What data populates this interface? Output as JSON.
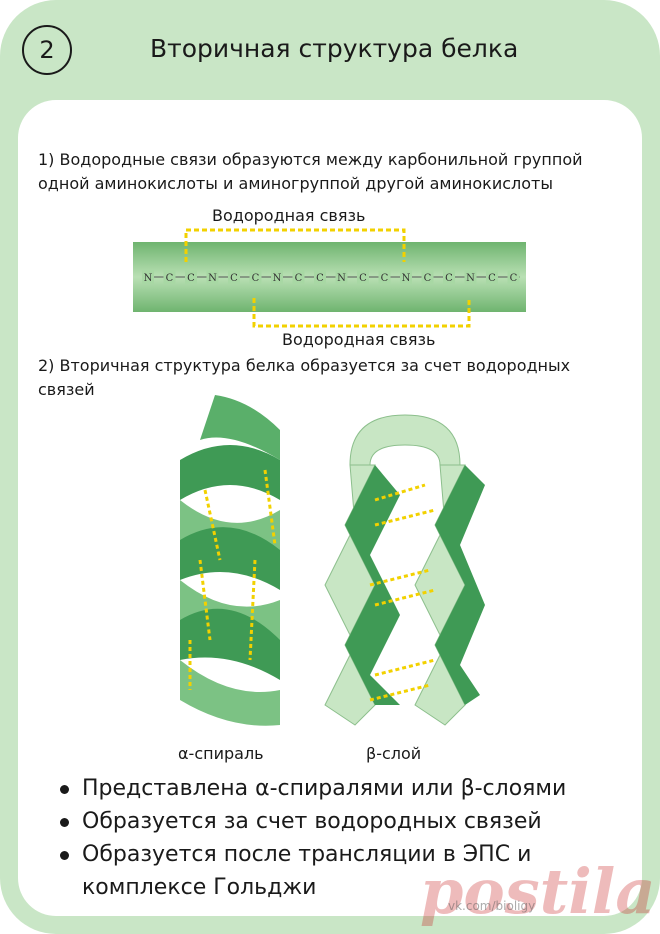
{
  "header": {
    "number": "2",
    "title": "Вторичная структура  белка"
  },
  "points": {
    "p1": "1) Водородные связи образуются между карбонильной группой одной аминокислоты и аминогруппой другой аминокислоты",
    "p2": "2) Вторичная структура белка образуется за счет водородных связей"
  },
  "figure1": {
    "top_label": "Водородная связь",
    "bottom_label": "Водородная связь",
    "chain_atoms": [
      "N",
      "C",
      "C",
      "N",
      "C",
      "C",
      "N",
      "C",
      "C",
      "N",
      "C",
      "C",
      "N",
      "C",
      "C",
      "N",
      "C",
      "C"
    ]
  },
  "figure2": {
    "alpha_label": "α-спираль",
    "beta_label": "β-слой"
  },
  "bullets": [
    "Представлена α-спиралями или β-слоями",
    "Образуется за счет водородных связей",
    "Образуется после трансляции в ЭПС и комплексе Гольджи"
  ],
  "watermark": {
    "main": "postila.ru",
    "small": "vk.com/bioligy"
  },
  "colors": {
    "card": "#c9e6c6",
    "band": "#8cc88c",
    "helix_dark": "#3f9a55",
    "sheet_light": "#c8e6c4",
    "hbond": "#f2d100"
  }
}
